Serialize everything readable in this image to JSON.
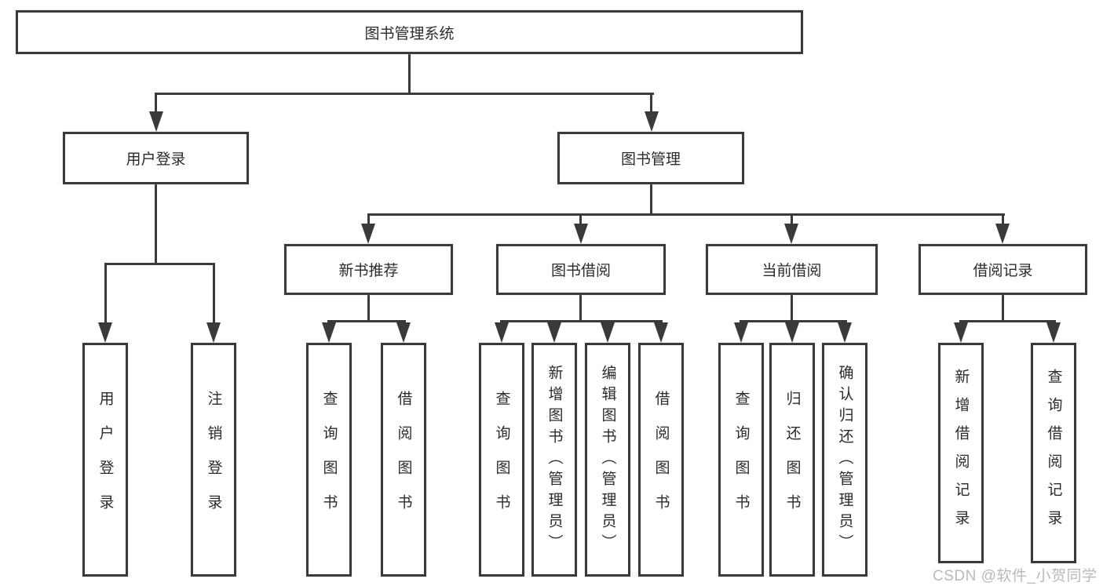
{
  "tree": {
    "root": "图书管理系统",
    "children": [
      {
        "label": "用户登录",
        "children": [
          {
            "label": "用户登录"
          },
          {
            "label": "注销登录"
          }
        ]
      },
      {
        "label": "图书管理",
        "children": [
          {
            "label": "新书推荐",
            "children": [
              {
                "label": "查询图书"
              },
              {
                "label": "借阅图书"
              }
            ]
          },
          {
            "label": "图书借阅",
            "children": [
              {
                "label": "查询图书"
              },
              {
                "label": "新增图书（管理员）"
              },
              {
                "label": "编辑图书（管理员）"
              },
              {
                "label": "借阅图书"
              }
            ]
          },
          {
            "label": "当前借阅",
            "children": [
              {
                "label": "查询图书"
              },
              {
                "label": "归还图书"
              },
              {
                "label": "确认归还（管理员）"
              }
            ]
          },
          {
            "label": "借阅记录",
            "children": [
              {
                "label": "新增借阅记录"
              },
              {
                "label": "查询借阅记录"
              }
            ]
          }
        ]
      }
    ]
  },
  "watermark": {
    "text": "CSDN @软件_小贺同学"
  },
  "colors": {
    "line": "#3a3a3a",
    "text": "#2b2b2b",
    "watermark": "#b9b9bc"
  }
}
